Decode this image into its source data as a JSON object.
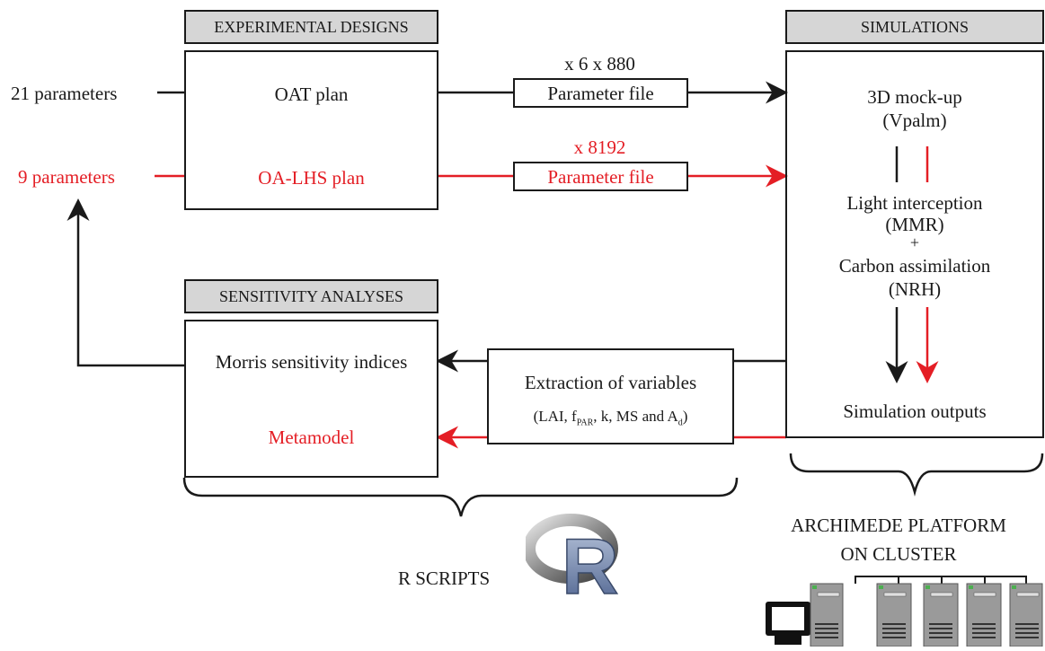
{
  "headers": {
    "experimental_designs": "EXPERIMENTAL DESIGNS",
    "simulations": "SIMULATIONS",
    "sensitivity_analyses": "SENSITIVITY ANALYSES"
  },
  "inputs": {
    "oat_params": "21 parameters",
    "lhs_params": "9 parameters"
  },
  "plans": {
    "oat": "OAT plan",
    "lhs": "OA-LHS plan"
  },
  "files": {
    "oat_count": "x 6 x 880",
    "oat_file": "Parameter file",
    "lhs_count": "x 8192",
    "lhs_file": "Parameter file"
  },
  "simulation": {
    "mockup_line1": "3D mock-up",
    "mockup_line2": "(Vpalm)",
    "light_line1": "Light interception",
    "light_line2": "(MMR)",
    "plus": "+",
    "carbon_line1": "Carbon assimilation",
    "carbon_line2": "(NRH)",
    "outputs": "Simulation outputs"
  },
  "extraction": {
    "title": "Extraction of variables",
    "vars_a": "(LAI, f",
    "vars_sub1": "PAR",
    "vars_b": ", k, MS and A",
    "vars_sub2": "d",
    "vars_c": ")"
  },
  "analyses": {
    "morris": "Morris sensitivity indices",
    "metamodel": "Metamodel"
  },
  "footer": {
    "r_scripts": "R SCRIPTS",
    "r_logo_letter": "R",
    "platform_line1": "ARCHIMEDE PLATFORM",
    "platform_line2": "ON CLUSTER"
  },
  "colors": {
    "oat_flow": "#1a1a1a",
    "lhs_flow": "#e41e25",
    "header_fill": "#d6d6d6"
  },
  "icons": [
    "r-logo-icon",
    "computer-monitor-icon",
    "server-tower-icon"
  ]
}
